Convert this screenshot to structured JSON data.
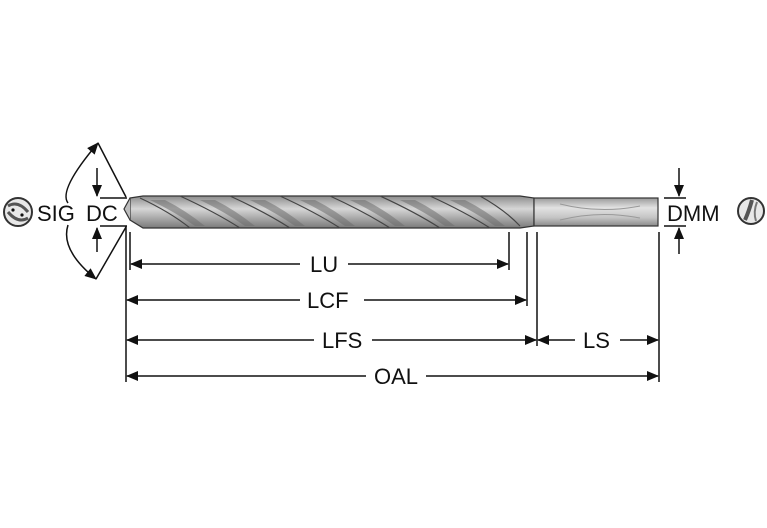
{
  "labels": {
    "sig": "SIG",
    "dc": "DC",
    "dmm": "DMM",
    "lu": "LU",
    "lcf": "LCF",
    "lfs": "LFS",
    "ls": "LS",
    "oal": "OAL"
  },
  "colors": {
    "line": "#111111",
    "tool_light": "#d9d9d9",
    "tool_mid": "#a6a6a6",
    "tool_dark": "#6e6e6e",
    "shank": "#c8c8c8"
  }
}
